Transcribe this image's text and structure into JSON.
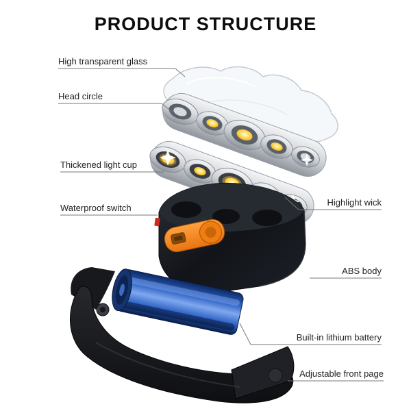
{
  "title": "PRODUCT STRUCTURE",
  "labels": [
    {
      "id": "high-transparent-glass",
      "text": "High transparent glass"
    },
    {
      "id": "head-circle",
      "text": "Head circle"
    },
    {
      "id": "thickened-light-cup",
      "text": "Thickened light cup"
    },
    {
      "id": "waterproof-switch",
      "text": "Waterproof switch"
    },
    {
      "id": "highlight-wick",
      "text": "Highlight wick"
    },
    {
      "id": "abs-body",
      "text": "ABS body"
    },
    {
      "id": "built-in-lithium-battery",
      "text": "Built-in lithium battery"
    },
    {
      "id": "adjustable-front-page",
      "text": "Adjustable front page"
    }
  ],
  "colors": {
    "switch_orange": "#ef8512",
    "battery_blue": "#2e62c4",
    "led_yellow": "#ffd84d",
    "body_black": "#16181d",
    "leader_line_gray": "#777777",
    "text_dark": "#222222",
    "title_black": "#0d0d0d"
  }
}
